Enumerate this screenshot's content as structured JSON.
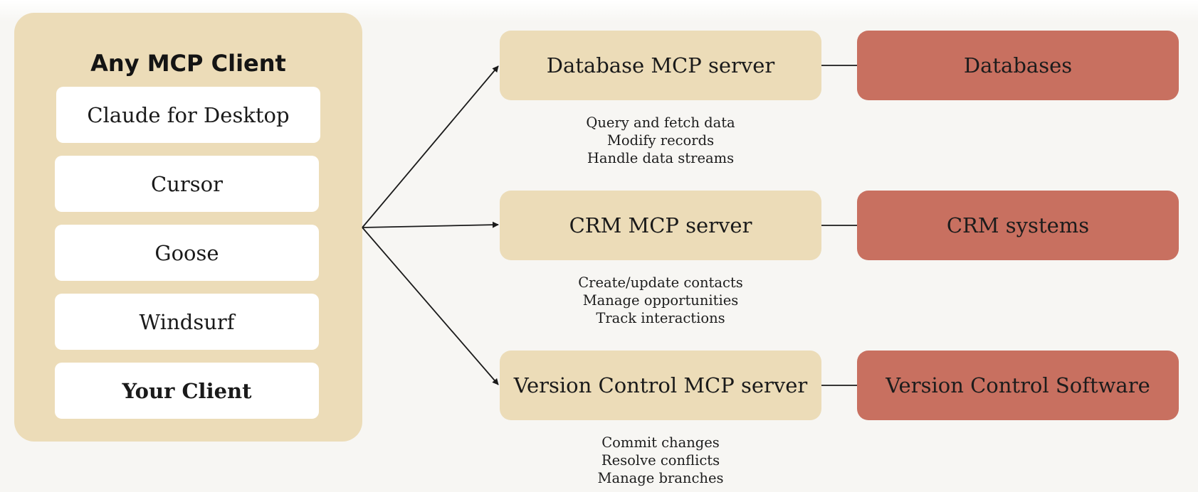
{
  "client_panel": {
    "title": "Any MCP Client",
    "items": [
      {
        "label": "Claude for Desktop",
        "bold": false
      },
      {
        "label": "Cursor",
        "bold": false
      },
      {
        "label": "Goose",
        "bold": false
      },
      {
        "label": "Windsurf",
        "bold": false
      },
      {
        "label": "Your Client",
        "bold": true
      }
    ]
  },
  "servers": [
    {
      "label": "Database MCP server",
      "target": "Databases",
      "capabilities": [
        "Query and fetch data",
        "Modify records",
        "Handle data streams"
      ]
    },
    {
      "label": "CRM MCP server",
      "target": "CRM systems",
      "capabilities": [
        "Create/update contacts",
        "Manage opportunities",
        "Track interactions"
      ]
    },
    {
      "label": "Version Control MCP server",
      "target": "Version Control Software",
      "capabilities": [
        "Commit changes",
        "Resolve conflicts",
        "Manage branches"
      ]
    }
  ],
  "colors": {
    "panel": "#ecdcb8",
    "server_box": "#ecdcb8",
    "system_box": "#c87060",
    "background": "#f7f6f3",
    "line": "#1a1a1a"
  }
}
